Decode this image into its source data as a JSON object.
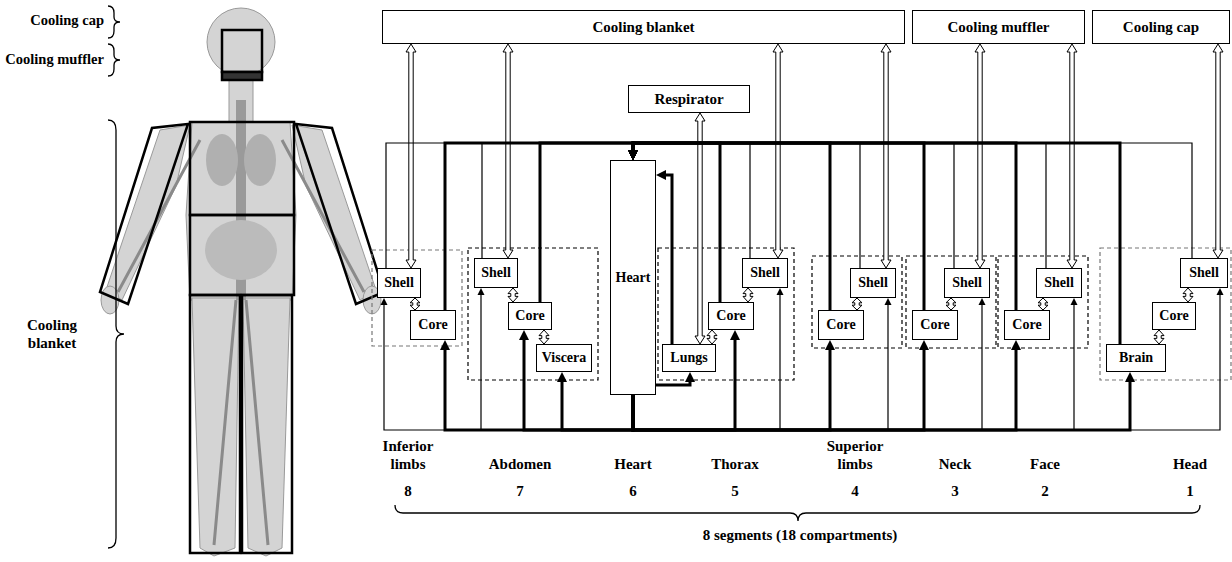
{
  "diagram": {
    "nodes": [
      {
        "text": [
          "Cooling blanket"
        ]
      },
      {
        "text": [
          "Cooling muffler"
        ]
      },
      {
        "text": [
          "Cooling cap"
        ]
      },
      {
        "text": [
          "Respirator"
        ]
      },
      {
        "text": [
          "Shell"
        ]
      },
      {
        "text": [
          "Core"
        ]
      },
      {
        "text": [
          "Shell"
        ]
      },
      {
        "text": [
          "Core"
        ]
      },
      {
        "text": [
          "Viscera"
        ]
      },
      {
        "text": [
          "Heart"
        ]
      },
      {
        "text": [
          "Lungs"
        ]
      },
      {
        "text": [
          "Core"
        ]
      },
      {
        "text": [
          "Shell"
        ]
      },
      {
        "text": [
          "Core"
        ]
      },
      {
        "text": [
          "Shell"
        ]
      },
      {
        "text": [
          "Core"
        ]
      },
      {
        "text": [
          "Shell"
        ]
      },
      {
        "text": [
          "Core"
        ]
      },
      {
        "text": [
          "Shell"
        ]
      },
      {
        "text": [
          "Brain"
        ]
      },
      {
        "text": [
          "Core"
        ]
      },
      {
        "text": [
          "Shell"
        ]
      }
    ],
    "edges": [
      {
        "from": 0,
        "to": 4,
        "arrow": "both"
      },
      {
        "from": 0,
        "to": 6,
        "arrow": "both"
      },
      {
        "from": 0,
        "to": 12,
        "arrow": "both"
      },
      {
        "from": 0,
        "to": 14,
        "arrow": "both"
      },
      {
        "from": 1,
        "to": 16,
        "arrow": "both"
      },
      {
        "from": 1,
        "to": 18,
        "arrow": "both"
      },
      {
        "from": 2,
        "to": 21,
        "arrow": "both"
      },
      {
        "from": 3,
        "to": 10,
        "arrow": "both"
      },
      {
        "from": 5,
        "to": 4,
        "arrow": "both"
      },
      {
        "from": 7,
        "to": 6,
        "arrow": "both"
      },
      {
        "from": 7,
        "to": 8,
        "arrow": "both"
      },
      {
        "from": 11,
        "to": 10,
        "arrow": "both"
      },
      {
        "from": 11,
        "to": 12,
        "arrow": "both"
      },
      {
        "from": 13,
        "to": 14,
        "arrow": "both"
      },
      {
        "from": 15,
        "to": 16,
        "arrow": "both"
      },
      {
        "from": 17,
        "to": 18,
        "arrow": "both"
      },
      {
        "from": 19,
        "to": 20,
        "arrow": "both"
      },
      {
        "from": 20,
        "to": 21,
        "arrow": "both"
      },
      {
        "from": 9,
        "to": 10,
        "arrow": "to"
      },
      {
        "from": 10,
        "to": 9,
        "arrow": "to"
      },
      {
        "from": 9,
        "to": 5,
        "arrow": "to"
      },
      {
        "from": 9,
        "to": 4,
        "arrow": "to"
      },
      {
        "from": 9,
        "to": 8,
        "arrow": "to"
      },
      {
        "from": 9,
        "to": 7,
        "arrow": "to"
      },
      {
        "from": 9,
        "to": 6,
        "arrow": "to"
      },
      {
        "from": 9,
        "to": 11,
        "arrow": "to"
      },
      {
        "from": 9,
        "to": 12,
        "arrow": "to"
      },
      {
        "from": 9,
        "to": 13,
        "arrow": "to"
      },
      {
        "from": 9,
        "to": 14,
        "arrow": "to"
      },
      {
        "from": 9,
        "to": 15,
        "arrow": "to"
      },
      {
        "from": 9,
        "to": 16,
        "arrow": "to"
      },
      {
        "from": 9,
        "to": 17,
        "arrow": "to"
      },
      {
        "from": 9,
        "to": 18,
        "arrow": "to"
      },
      {
        "from": 9,
        "to": 19,
        "arrow": "to"
      },
      {
        "from": 9,
        "to": 21,
        "arrow": "to"
      },
      {
        "from": 5,
        "to": 9,
        "arrow": "to"
      },
      {
        "from": 4,
        "to": 9,
        "arrow": "to"
      },
      {
        "from": 7,
        "to": 9,
        "arrow": "to"
      },
      {
        "from": 6,
        "to": 9,
        "arrow": "to"
      },
      {
        "from": 11,
        "to": 9,
        "arrow": "to"
      },
      {
        "from": 12,
        "to": 9,
        "arrow": "to"
      },
      {
        "from": 13,
        "to": 9,
        "arrow": "to"
      },
      {
        "from": 14,
        "to": 9,
        "arrow": "to"
      },
      {
        "from": 15,
        "to": 9,
        "arrow": "to"
      },
      {
        "from": 16,
        "to": 9,
        "arrow": "to"
      },
      {
        "from": 17,
        "to": 9,
        "arrow": "to"
      },
      {
        "from": 18,
        "to": 9,
        "arrow": "to"
      },
      {
        "from": 19,
        "to": 9,
        "arrow": "to"
      },
      {
        "from": 21,
        "to": 9,
        "arrow": "to"
      }
    ],
    "labels": [
      "Cooling cap",
      "Cooling muffler",
      "Cooling blanket",
      "Inferior limbs",
      "8",
      "Abdomen",
      "7",
      "Heart",
      "6",
      "Thorax",
      "5",
      "Superior limbs",
      "4",
      "Neck",
      "3",
      "Face",
      "2",
      "Head",
      "1",
      "8 segments (18 compartments)"
    ]
  }
}
